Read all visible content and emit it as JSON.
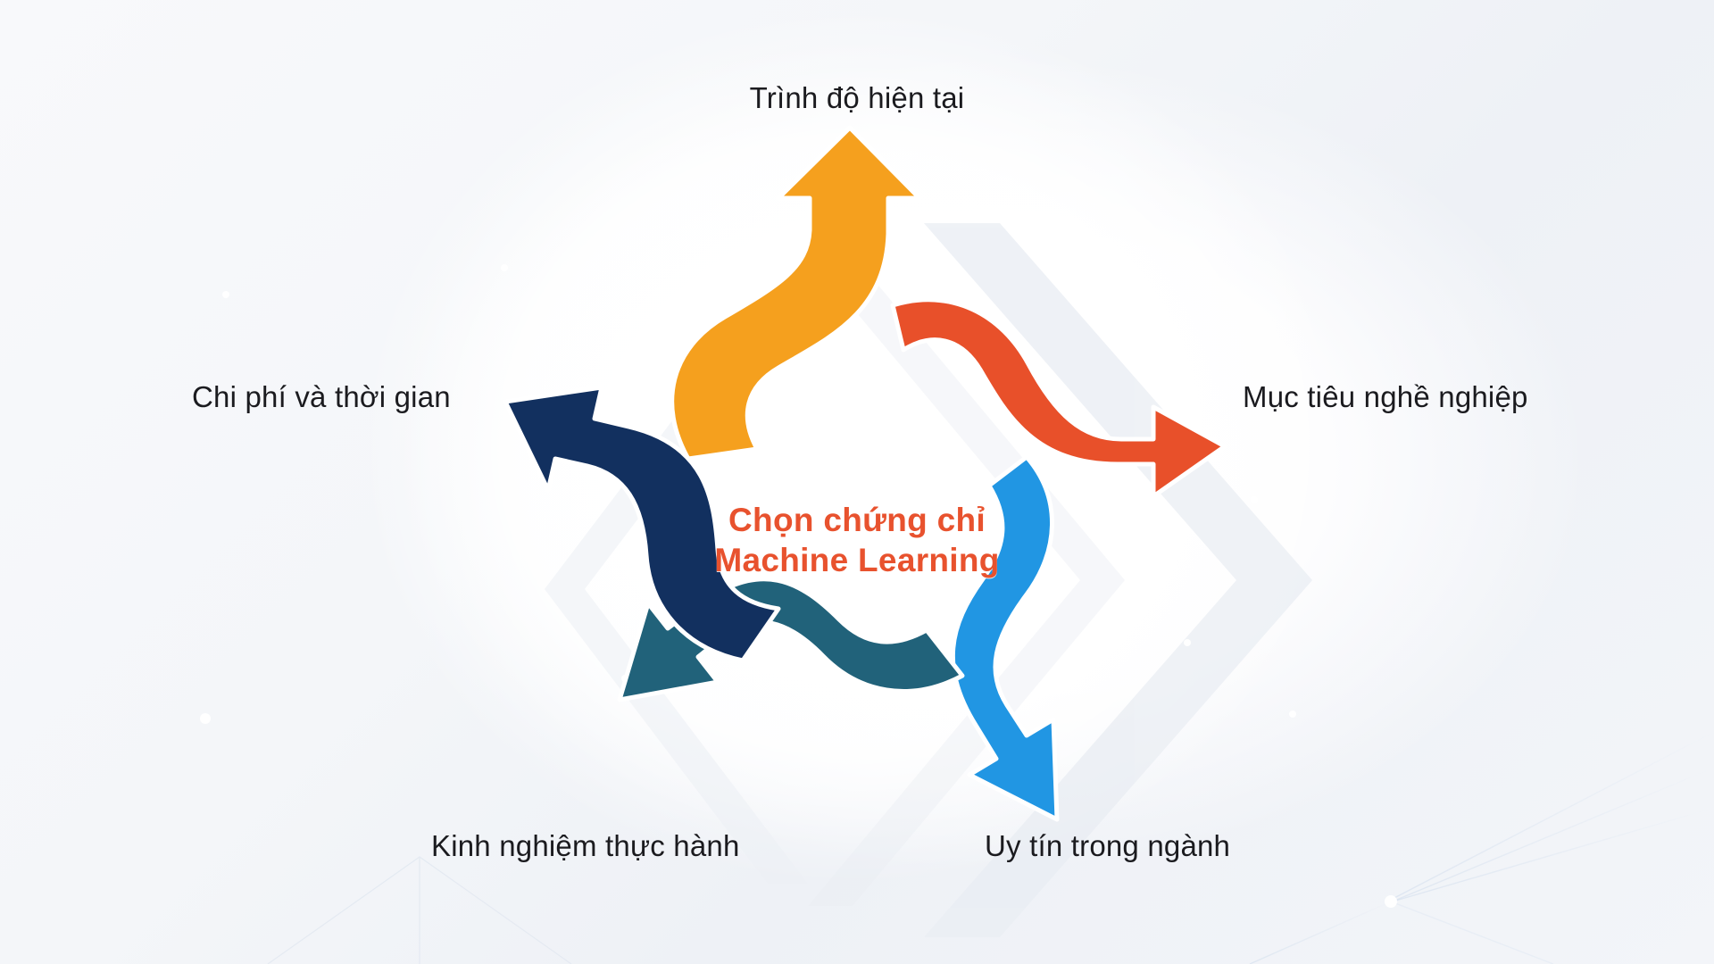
{
  "diagram": {
    "kind": "radial-arrow-cycle",
    "center": {
      "line1": "Chọn chứng chỉ",
      "line2": "Machine Learning",
      "color": "#e8522e"
    },
    "background": {
      "base_color": "#f4f6f9",
      "circle_color": "#ffffff",
      "watermark_color": "#eceff4"
    },
    "nodes": [
      {
        "id": "trinh-do-hien-tai",
        "label": "Trình độ hiện tại",
        "color": "#f5a01e",
        "position": "top",
        "direction": "up"
      },
      {
        "id": "muc-tieu-nghe-nghiep",
        "label": "Mục tiêu nghề nghiệp",
        "color": "#e8502a",
        "position": "right",
        "direction": "right"
      },
      {
        "id": "uy-tin-trong-nganh",
        "label": "Uy tín trong ngành",
        "color": "#2196e3",
        "position": "bottom-right",
        "direction": "down"
      },
      {
        "id": "kinh-nghiem-thuc-hanh",
        "label": "Kinh nghiệm thực hành",
        "color": "#21627a",
        "position": "bottom-left",
        "direction": "down-left"
      },
      {
        "id": "chi-phi-va-thoi-gian",
        "label": "Chi phí và thời gian",
        "color": "#12305f",
        "position": "left",
        "direction": "up-left"
      }
    ]
  }
}
